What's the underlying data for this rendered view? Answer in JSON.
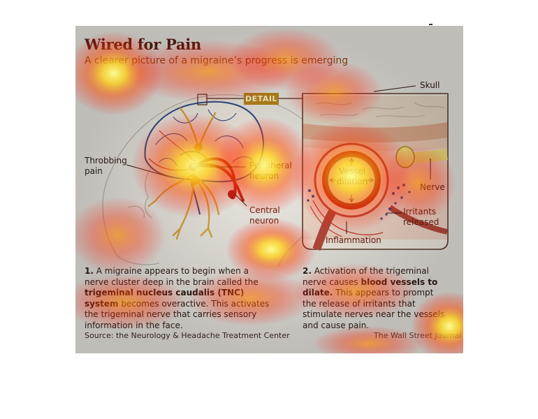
{
  "title": "Wired for Pain",
  "subtitle": "A clearer picture of a migraine’s progress is emerging",
  "labels": {
    "detail": "DETAIL",
    "skull": "Skull",
    "throbbing": "Throbbing pain",
    "peripheral": "Peripheral neuron",
    "central": "Central neuron",
    "vessel": "Vessel dilation",
    "nerve": "Nerve",
    "irritants": "Irritants released",
    "inflammation": "Inflammation"
  },
  "step1": {
    "number": "1.",
    "text_a": " A migraine appears to begin when a nerve cluster deep in the brain called the ",
    "bold": "trigeminal nucleus caudalis (TNC) system",
    "text_b": " becomes overactive. This activates the trigeminal nerve that carries sensory information in the face."
  },
  "step2": {
    "number": "2.",
    "text_a": " Activation of the trigeminal nerve causes ",
    "bold": "blood vessels to dilate.",
    "text_b": " This appears to prompt the release of irritants that stimulate nerves near the vessels and cause pain."
  },
  "source": "Source: the Neurology & Headache Treatment Center",
  "credit": "The Wall Street Journal",
  "colors": {
    "panel": "#e9e6df",
    "title": "#5a1f14",
    "accent_red": "#b3261e",
    "accent_gold": "#b9851c",
    "vessel": "#8c1d16",
    "nerve_yellow": "#f2e27a"
  }
}
